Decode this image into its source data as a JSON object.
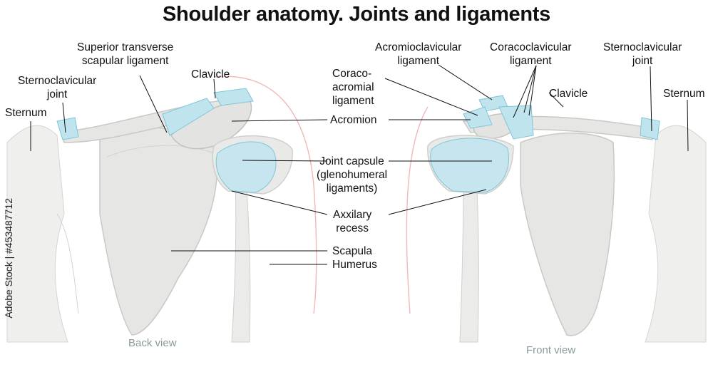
{
  "title": "Shoulder anatomy. Joints and ligaments",
  "labels": {
    "superior_transverse": "Superior transverse\nscapular ligament",
    "clavicle_left": "Clavicle",
    "sternoclavicular_left": "Sternoclavicular\njoint",
    "sternum_left": "Sternum",
    "acromioclavicular": "Acromioclavicular\nligament",
    "coracoclavicular": "Coracoclavicular\nligament",
    "sternoclavicular_right": "Sternoclavicular\njoint",
    "sternum_right": "Sternum",
    "coracoacromial": "Coraco-\nacromial\nligament",
    "clavicle_right": "Clavicle",
    "acromion": "Acromion",
    "joint_capsule": "Joint capsule\n(glenohumeral\nligaments)",
    "axillary_recess": "Axxilary\nrecess",
    "scapula": "Scapula",
    "humerus": "Humerus"
  },
  "views": {
    "back": "Back view",
    "front": "Front view"
  },
  "watermark": "Adobe Stock | #453487712",
  "colors": {
    "bone_fill": "#e8e8e6",
    "bone_stroke": "#c9c9c6",
    "ligament": "#bfe4ee",
    "ligament_stroke": "#7fc6d8",
    "skin": "#f0b8b8",
    "leader": "#111111"
  }
}
